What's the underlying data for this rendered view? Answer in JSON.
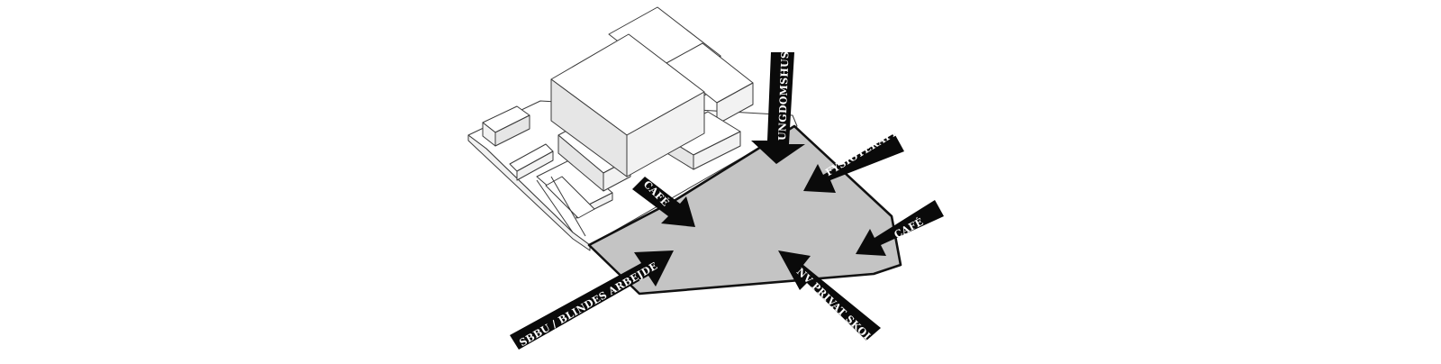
{
  "diagram": {
    "colors": {
      "plaza_fill": "#c4c4c4",
      "plaza_outline": "#111111",
      "arrow": "#0a0a0a",
      "arrow_text": "#ffffff",
      "building": "#ffffff"
    },
    "arrows": [
      {
        "id": "ungdomshuset",
        "label": "UNGDOMSHUSET"
      },
      {
        "id": "fysioterapi",
        "label": "FYSIOTERAPI"
      },
      {
        "id": "cafe-right",
        "label": "CAFÉ"
      },
      {
        "id": "cafe-left",
        "label": "CAFÉ"
      },
      {
        "id": "nv-privat-skole",
        "label": "NV PRIVAT SKOLE"
      },
      {
        "id": "sbbu-blindes-arbejde",
        "label": "SBBU / BLINDES ARBEJDE"
      }
    ]
  }
}
